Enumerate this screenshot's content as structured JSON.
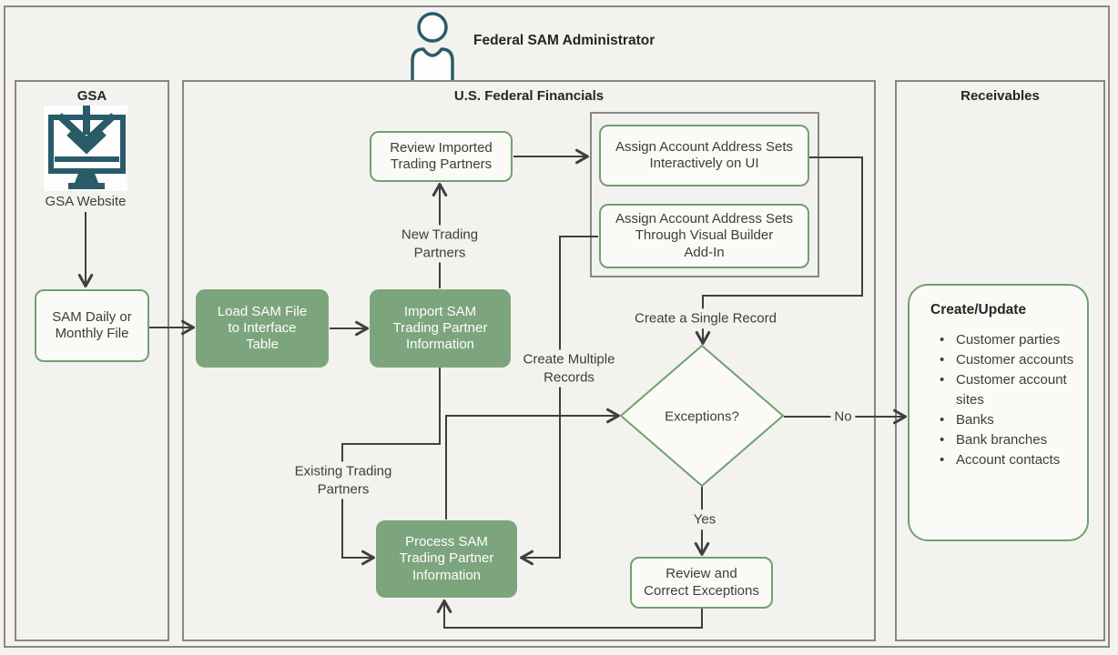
{
  "title": "Federal SAM Administrator",
  "lanes": {
    "gsa": {
      "title": "GSA"
    },
    "financials": {
      "title": "U.S. Federal Financials"
    },
    "receivables": {
      "title": "Receivables"
    }
  },
  "nodes": {
    "gsa_website": {
      "label": "GSA Website"
    },
    "sam_file": {
      "label": "SAM Daily or\nMonthly File"
    },
    "load_sam": {
      "label": "Load SAM File\nto Interface\nTable"
    },
    "import_sam": {
      "label": "Import SAM\nTrading Partner\nInformation"
    },
    "review_imported": {
      "label": "Review Imported\nTrading Partners"
    },
    "assign_ui": {
      "label": "Assign Account Address Sets\nInteractively on UI"
    },
    "assign_vb": {
      "label": "Assign Account Address Sets\nThrough Visual Builder\nAdd-In"
    },
    "exceptions": {
      "label": "Exceptions?"
    },
    "process_sam": {
      "label": "Process SAM\nTrading Partner\nInformation"
    },
    "review_correct": {
      "label": "Review and\nCorrect Exceptions"
    },
    "create_update": {
      "title": "Create/Update",
      "items": [
        "Customer parties",
        "Customer accounts",
        "Customer account sites",
        "Banks",
        "Bank branches",
        "Account contacts"
      ]
    }
  },
  "edge_labels": {
    "new_trading_partners": "New Trading\nPartners",
    "create_single": "Create a Single Record",
    "create_multiple": "Create Multiple\nRecords",
    "existing_trading_partners": "Existing Trading\nPartners",
    "no": "No",
    "yes": "Yes"
  },
  "colors": {
    "background": "#f4f2ee",
    "green_fill": "#7da57d",
    "green_border": "#6fa16f",
    "teal_icon": "#2a5b68",
    "lane_border": "#8a8684",
    "connector": "#3f3f3f"
  }
}
